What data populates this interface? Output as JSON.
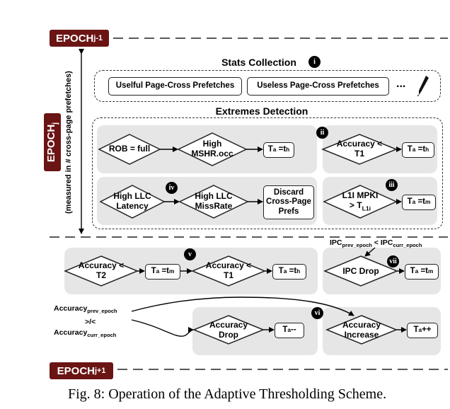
{
  "epochs": {
    "prev": {
      "base": "EPOCH",
      "sub": "j-1"
    },
    "curr": {
      "base": "EPOCH",
      "sub": "j"
    },
    "next": {
      "base": "EPOCH",
      "sub": "j+1"
    }
  },
  "side_label": "(measured in # cross-page prefetches)",
  "stats": {
    "title": "Stats Collection",
    "badge": "i",
    "useful": "Uselful Page-Cross Prefetches",
    "useless": "Useless Page-Cross Prefetches",
    "ellipsis": "..."
  },
  "extremes": {
    "title": "Extremes Detection",
    "rob": "ROB = full",
    "mshr": "High MSHR.occ",
    "badge_ii": "ii",
    "acc_t1": "Accuracy < T1",
    "llc_lat": "High LLC Latency",
    "badge_iv": "iv",
    "llc_miss": "High LLC MissRate",
    "discard": "Discard Cross-Page Prefs",
    "badge_iii": "iii",
    "l1i_a": "L1I MPKI",
    "l1i_b": "> T",
    "l1i_sub": "L1i"
  },
  "thresholds": {
    "ta": "T",
    "ta_sub": "a",
    "th": "t",
    "th_sub": "h",
    "tm": "t",
    "tm_sub": "m",
    "eq": "= ",
    "dec": "--",
    "inc": "++"
  },
  "lower": {
    "badge_v": "v",
    "acc_t2": "Accuracy < T2",
    "acc_t1": "Accuracy < T1",
    "badge_vii": "vii",
    "ipc_drop": "IPC Drop",
    "ipc_note_a": "IPC",
    "ipc_note_a_sub": "prev_epoch",
    "ipc_note_op": " < ",
    "ipc_note_b": "IPC",
    "ipc_note_b_sub": "curr_epoch",
    "badge_vi": "vi",
    "acc_drop": "Accuracy Drop",
    "acc_inc": "Accuracy Increase",
    "acc_note_a": "Accuracy",
    "acc_note_a_sub": "prev_epoch",
    "acc_note_op": ">/<",
    "acc_note_b": "Accuracy",
    "acc_note_b_sub": "curr_epoch"
  },
  "caption": "Fig. 8: Operation of the Adaptive Thresholding Scheme."
}
